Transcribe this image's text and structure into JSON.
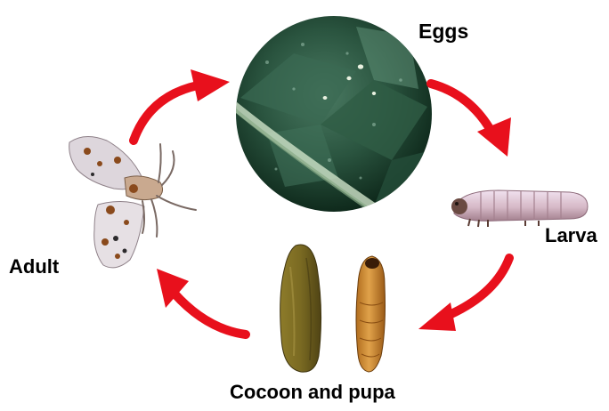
{
  "diagram": {
    "stages": [
      {
        "id": "eggs",
        "label": "Eggs",
        "icon": "egg-leaf-photo-icon"
      },
      {
        "id": "larva",
        "label": "Larva",
        "icon": "caterpillar-icon"
      },
      {
        "id": "cocoon",
        "label": "Cocoon and pupa",
        "icon": "cocoon-pupa-icon"
      },
      {
        "id": "adult",
        "label": "Adult",
        "icon": "moth-icon"
      }
    ],
    "arrow_color": "#e8101c",
    "label_color": "#000000"
  }
}
